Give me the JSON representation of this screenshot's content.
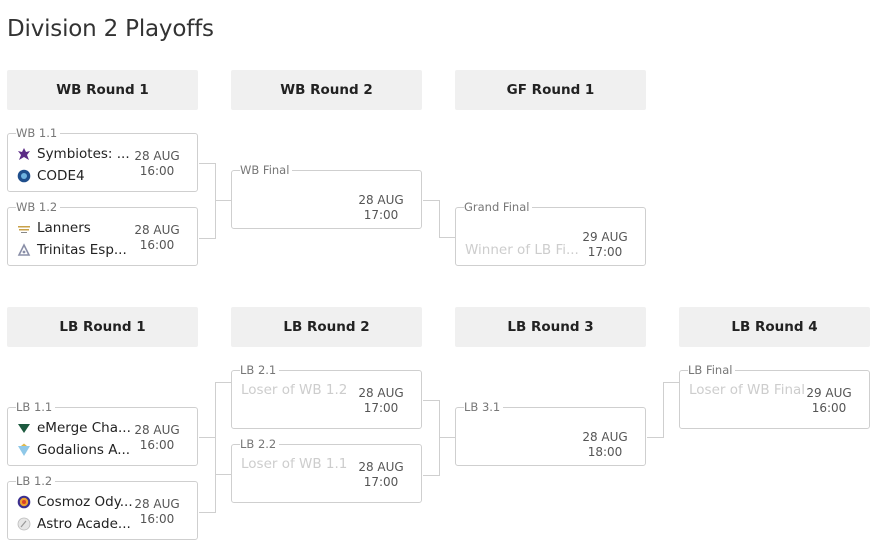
{
  "page_title": "Division 2 Playoffs",
  "rounds": {
    "wb1": "WB Round 1",
    "wb2": "WB Round 2",
    "gf1": "GF Round 1",
    "lb1": "LB Round 1",
    "lb2": "LB Round 2",
    "lb3": "LB Round 3",
    "lb4": "LB Round 4"
  },
  "matches": {
    "wb11": {
      "label": "WB 1.1",
      "team1": "Symbiotes: ...",
      "team2": "CODE4",
      "date": "28 AUG",
      "time": "16:00"
    },
    "wb12": {
      "label": "WB 1.2",
      "team1": "Lanners",
      "team2": "Trinitas Esp...",
      "date": "28 AUG",
      "time": "16:00"
    },
    "wbf": {
      "label": "WB Final",
      "date": "28 AUG",
      "time": "17:00"
    },
    "gf": {
      "label": "Grand Final",
      "team1": "Winner of LB Fi...",
      "date": "29 AUG",
      "time": "17:00"
    },
    "lb11": {
      "label": "LB 1.1",
      "team1": "eMerge Cha...",
      "team2": "Godalions A...",
      "date": "28 AUG",
      "time": "16:00"
    },
    "lb12": {
      "label": "LB 1.2",
      "team1": "Cosmoz Ody...",
      "team2": "Astro Acade...",
      "date": "28 AUG",
      "time": "16:00"
    },
    "lb21": {
      "label": "LB 2.1",
      "team1": "Loser of WB 1.2",
      "date": "28 AUG",
      "time": "17:00"
    },
    "lb22": {
      "label": "LB 2.2",
      "team1": "Loser of WB 1.1",
      "date": "28 AUG",
      "time": "17:00"
    },
    "lb31": {
      "label": "LB 3.1",
      "date": "28 AUG",
      "time": "18:00"
    },
    "lbf": {
      "label": "LB Final",
      "team1": "Loser of WB Final",
      "date": "29 AUG",
      "time": "16:00"
    }
  },
  "icons": {
    "symbiotes": "symbiotes-logo-icon",
    "code4": "code4-logo-icon",
    "lanners": "lanners-logo-icon",
    "trinitas": "trinitas-logo-icon",
    "emerge": "emerge-logo-icon",
    "godalions": "godalions-logo-icon",
    "cosmoz": "cosmoz-logo-icon",
    "astro": "astro-logo-icon"
  },
  "colors": {
    "header_bg": "#f0f0f0",
    "border": "#cfcfcf",
    "placeholder_text": "#cdcdcd"
  }
}
